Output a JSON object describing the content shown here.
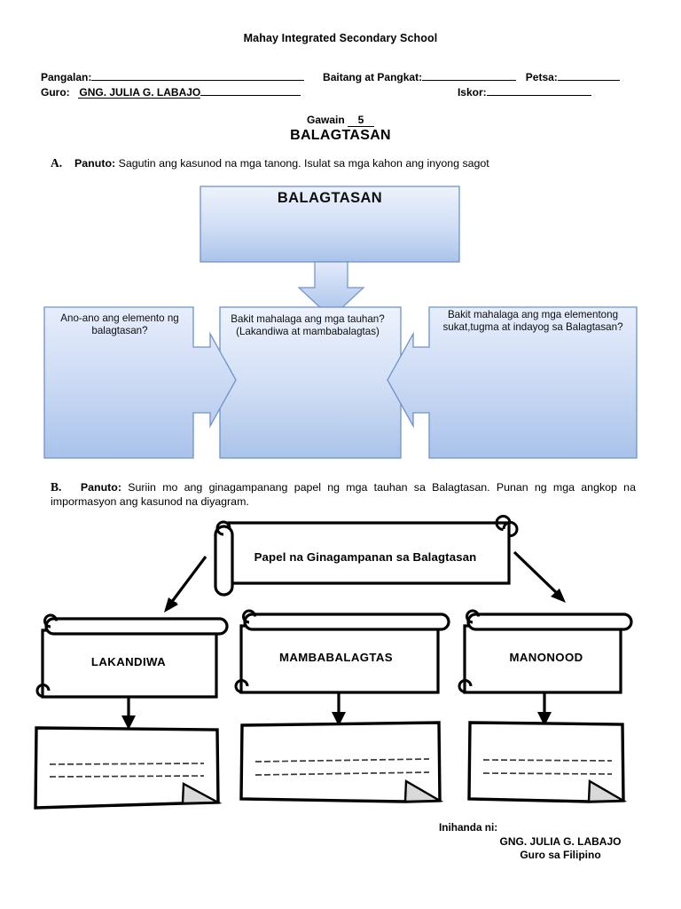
{
  "header": {
    "school": "Mahay Integrated Secondary School",
    "fields": {
      "name_label": "Pangalan:",
      "grade_label": "Baitang at Pangkat:",
      "date_label": "Petsa:",
      "teacher_label": "Guro:",
      "teacher_value": "GNG. JULIA G. LABAJO",
      "score_label": "Iskor:"
    },
    "activity_label": "Gawain",
    "activity_number": "5",
    "title": "BALAGTASAN"
  },
  "section_a": {
    "letter": "A.",
    "keyword": "Panuto:",
    "text": "Sagutin ang kasunod na mga tanong. Isulat sa mga kahon ang inyong sagot",
    "diagram": {
      "top_box": "BALAGTASAN",
      "left_box": "Ano-ano ang elemento ng balagtasan?",
      "middle_box": "Bakit mahalaga ang  mga tauhan? (Lakandiwa at mambabalagtas)",
      "right_box": "Bakit mahalaga ang  mga elementong sukat,tugma at indayog  sa Balagtasan?"
    }
  },
  "section_b": {
    "letter": "B.",
    "keyword": "Panuto:",
    "text": "Suriin mo ang ginagampanang papel ng mga tauhan sa Balagtasan. Punan ng mga angkop na impormasyon ang kasunod na diyagram.",
    "diagram": {
      "banner": "Papel na Ginagampanan sa Balagtasan",
      "roles": [
        "LAKANDIWA",
        "MAMBABALAGTAS",
        "MANONOOD"
      ]
    }
  },
  "footer": {
    "prepared_label": "Inihanda ni:",
    "prepared_name": "GNG. JULIA G. LABAJO",
    "prepared_role": "Guro sa Filipino"
  },
  "colors": {
    "box_fill_top": "#e9effc",
    "box_fill_bottom": "#aec6ec",
    "box_border": "#6f93c6",
    "line": "#000000"
  }
}
